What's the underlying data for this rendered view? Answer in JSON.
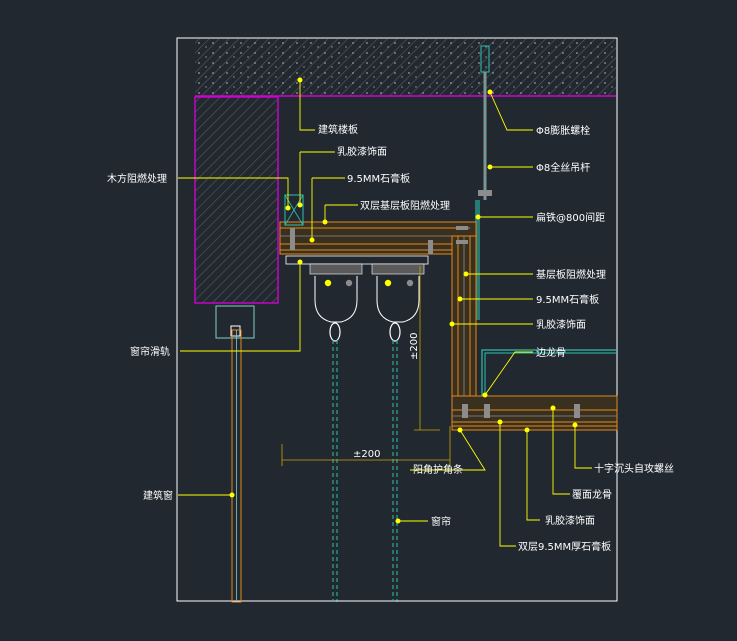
{
  "drawing": {
    "colors": {
      "background": "#212830",
      "border": "#ffffff",
      "leader": "#ffff00",
      "structure": "#d100d1",
      "finish": "#e38a1a",
      "metal": "#8c8c8c",
      "curtain": "#2fbfae",
      "label": "#ffffff"
    },
    "labels": {
      "floor_slab": "建筑楼板",
      "anchor_bolt": "Φ8膨胀螺栓",
      "threaded_rod": "Φ8全丝吊杆",
      "latex_paint_top": "乳胶漆饰面",
      "gypsum_top": "9.5MM石膏板",
      "timber_fireproof": "木方阻燃处理",
      "double_base_board": "双层基层板阻燃处理",
      "flat_iron": "扁铁@800间距",
      "base_board_fireproof": "基层板阻燃处理",
      "gypsum_side": "9.5MM石膏板",
      "latex_paint_side": "乳胶漆饰面",
      "edge_keel": "边龙骨",
      "curtain_track": "窗帘滑轨",
      "dim_vertical": "±200",
      "dim_horizontal": "±200",
      "corner_guard": "阳角护角条",
      "cross_screw": "十字沉头自攻螺丝",
      "cover_keel": "覆面龙骨",
      "latex_paint_ceiling": "乳胶漆饰面",
      "double_gypsum": "双层9.5MM厚石膏板",
      "building_window": "建筑窗",
      "curtain": "窗帘"
    }
  }
}
